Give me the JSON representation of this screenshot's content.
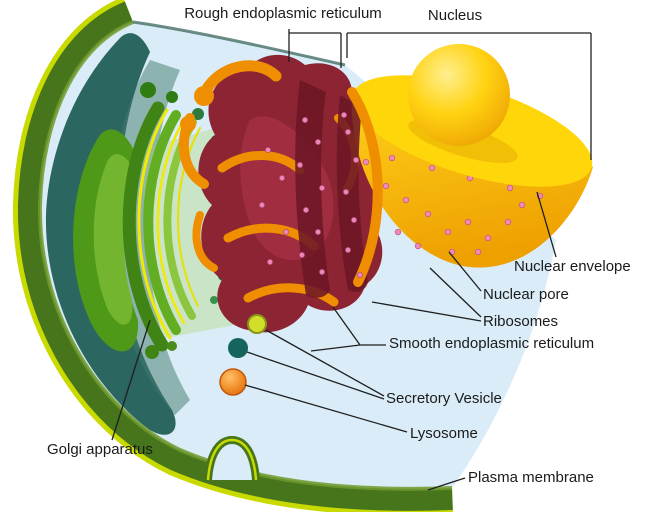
{
  "labels": {
    "rough_er": "Rough endoplasmic reticulum",
    "nucleus": "Nucleus",
    "nuclear_envelope": "Nuclear envelope",
    "nuclear_pore": "Nuclear pore",
    "ribosomes": "Ribosomes",
    "smooth_er": "Smooth endoplasmic reticulum",
    "secretory_vesicle": "Secretory Vesicle",
    "lysosome": "Lysosome",
    "golgi_apparatus": "Golgi apparatus",
    "plasma_membrane": "Plasma membrane"
  },
  "colors": {
    "background": "#ffffff",
    "cytoplasm": "#d9ecf7",
    "membrane_dark_green": "#47751c",
    "membrane_lime_edge": "#c9da00",
    "cortex_teal": "#1d5a52",
    "golgi_green": "#5aa31e",
    "er_maroon": "#8c2433",
    "er_orange": "#ef8e00",
    "ribosome_pink": "#ee86b8",
    "nucleus_yellow": "#ffd60a",
    "nucleolus_orange": "#f0a400",
    "lysosome_orange": "#ef7d1a",
    "vesicle_teal": "#16655c",
    "leader_line": "#1f1f1f"
  }
}
